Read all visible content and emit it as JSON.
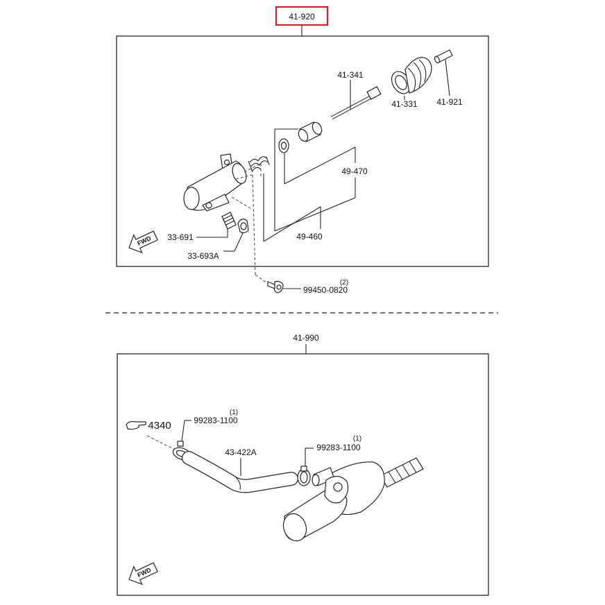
{
  "top_assembly": {
    "main_label": "41-920",
    "highlight_color": "#cc2229",
    "parts": {
      "p41_341": "41-341",
      "p41_331": "41-331",
      "p41_921": "41-921",
      "p49_470": "49-470",
      "p49_460": "49-460",
      "p33_691": "33-691",
      "p33_693a": "33-693A",
      "p99450": "99450-0820",
      "p99450_qty": "(2)"
    },
    "fwd_label": "FWD"
  },
  "bottom_assembly": {
    "main_label": "41-990",
    "parts": {
      "ref_4340": "4340",
      "clamp_a": "99283-1100",
      "clamp_a_qty": "(1)",
      "hose": "43-422A",
      "clamp_b": "99283-1100",
      "clamp_b_qty": "(1)"
    },
    "fwd_label": "FWD"
  }
}
